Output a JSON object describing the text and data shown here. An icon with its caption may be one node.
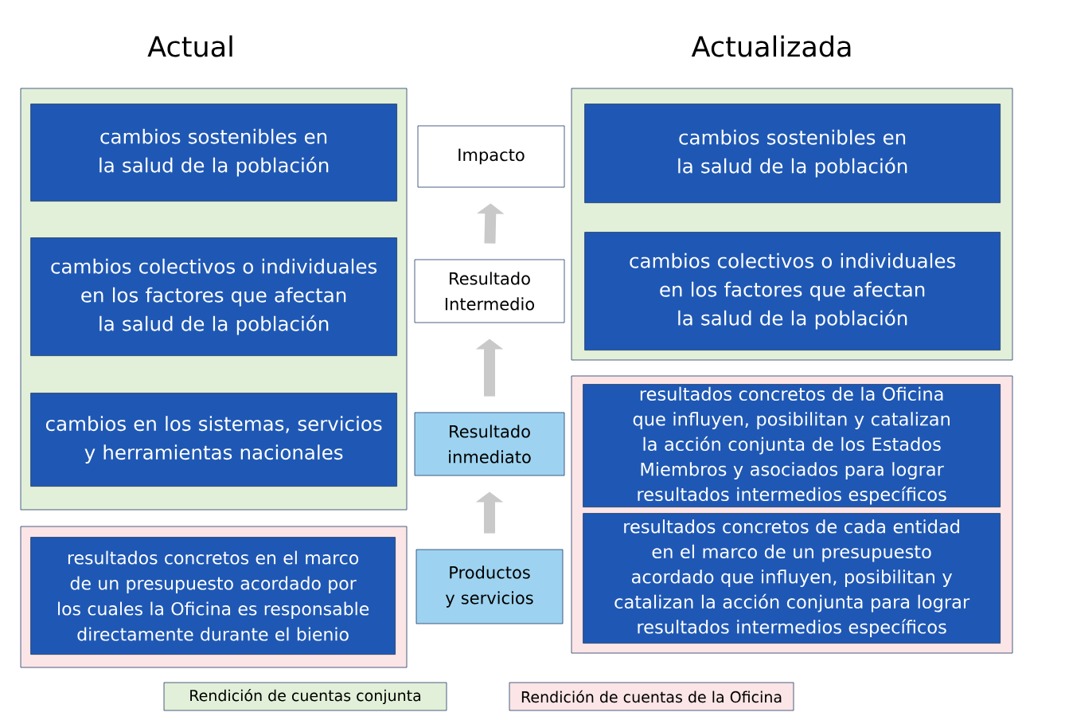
{
  "diagram": {
    "nodes": [
      {
        "text": [],
        "shape": "box"
      },
      {
        "text": [
          "cambios sostenibles en la salud de la población"
        ],
        "in": 0
      },
      {
        "text": [
          "cambios colectivos o individuales en los factores que afectan la salud de la población"
        ],
        "in": 0
      },
      {
        "text": [
          "cambios en los sistemas, servicios y herramientas nacionales"
        ],
        "in": 0
      },
      {
        "text": [],
        "shape": "box"
      },
      {
        "text": [
          "resultados concretos en el marco de un presupuesto acordado por los cuales la Oficina es responsable directamente durante el bienio"
        ],
        "in": 4
      },
      {
        "text": [
          "Impacto"
        ]
      },
      {
        "text": [
          "Resultado Intermedio"
        ]
      },
      {
        "text": [
          "Resultado inmediato"
        ]
      },
      {
        "text": [
          "Productos y servicios"
        ]
      },
      {
        "text": [],
        "shape": "box"
      },
      {
        "text": [
          "cambios sostenibles en la salud de la población"
        ],
        "in": 10
      },
      {
        "text": [
          "cambios colectivos o individuales en los factores que afectan la salud de la población"
        ],
        "in": 10
      },
      {
        "text": [],
        "shape": "box"
      },
      {
        "text": [
          "resultados concretos de la Oficina que influyen, posibilitan y catalizan la acción conjunta de los Estados Miembros y asociados para lograr resultados intermedios específicos"
        ],
        "in": 13
      },
      {
        "text": [
          "resultados concretos de cada entidad en el marco de un presupuesto acordado que influyen, posibilitan y catalizan la acción conjunta para lograr resultados intermedios específicos"
        ],
        "in": 13
      }
    ],
    "edges": [
      {
        "from": 7,
        "to": 6,
        "arrow": "to"
      },
      {
        "from": 8,
        "to": 7,
        "arrow": "to"
      },
      {
        "from": 9,
        "to": 8,
        "arrow": "to"
      }
    ],
    "labels": [
      "Actual",
      "Actualizada"
    ],
    "legend": [
      {
        "text": "Rendición de cuentas conjunta",
        "color": "#e2f0d9"
      },
      {
        "text": "Rendición de cuentas de la Oficina",
        "color": "#fbe5e6"
      }
    ]
  }
}
